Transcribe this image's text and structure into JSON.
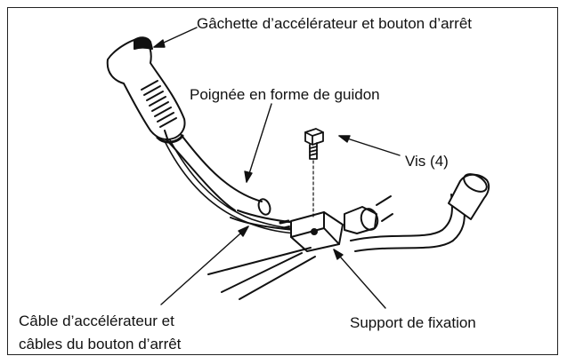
{
  "labels": {
    "trigger": "Gâchette d’accélérateur et bouton d’arrêt",
    "handle": "Poignée en forme de guidon",
    "screw": "Vis (4)",
    "cable_line1": "Câble d’accélérateur et",
    "cable_line2": "câbles du bouton d’arrêt",
    "support": "Support de fixation"
  },
  "colors": {
    "ink": "#111111",
    "frame": "#222222",
    "background": "#ffffff"
  }
}
